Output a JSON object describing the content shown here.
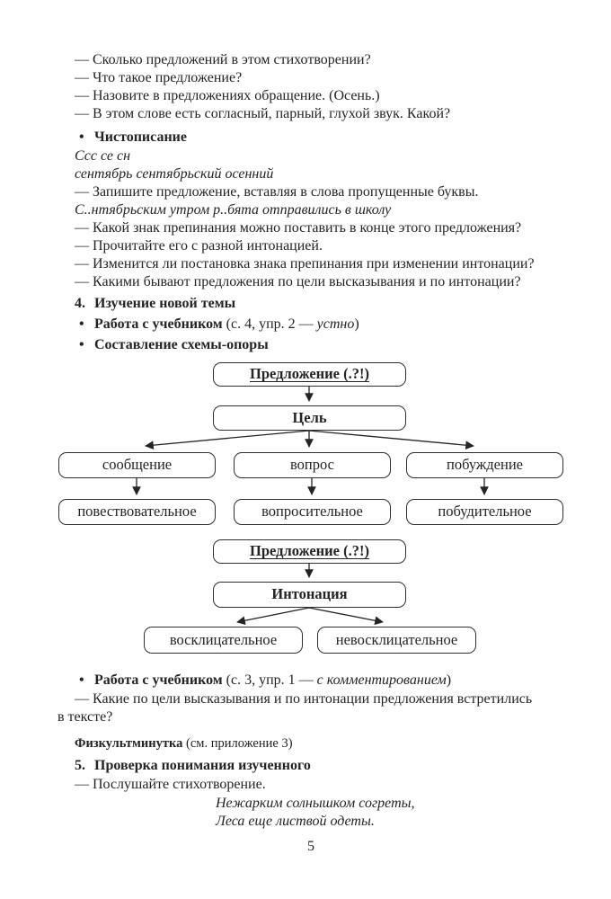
{
  "top_questions": [
    "— Сколько предложений в этом стихотворении?",
    "— Что такое предложение?",
    "— Назовите в предложениях обращение. (Осень.)",
    "— В этом слове есть согласный, парный, глухой звук. Какой?"
  ],
  "penmanship": {
    "bullet": "•",
    "title": "Чистописание",
    "practice_line1": "Ссс се сн",
    "practice_line2": "сентябрь сентябрьский осенний",
    "instruction": "— Запишите предложение, вставляя в слова пропущенные буквы.",
    "dictation_sentence": "С..нтябрьским утром р..бята отправились в школу",
    "questions": [
      "— Какой знак препинания можно поставить в конце этого предложения?",
      "— Прочитайте его с разной интонацией.",
      "— Изменится ли постановка знака препинания при изменении интонации?",
      "— Какими бывают предложения по цели высказывания и по интонации?"
    ]
  },
  "section_new_topic": {
    "number": "4.",
    "title": "Изучение новой темы"
  },
  "textbook_work_1": {
    "bullet": "•",
    "bold": "Работа с учебником",
    "normal_prefix": " (с. 4, упр. 2 — ",
    "italic": "устно",
    "suffix": ")"
  },
  "scheme_heading": {
    "bullet": "•",
    "title": "Составление схемы-опоры"
  },
  "diagram_goal": {
    "root": "Предложение (.?!)",
    "category": "Цель",
    "branches": [
      {
        "purpose": "сообщение",
        "type": "повествовательное"
      },
      {
        "purpose": "вопрос",
        "type": "вопросительное"
      },
      {
        "purpose": "побуждение",
        "type": "побудительное"
      }
    ]
  },
  "diagram_intonation": {
    "root": "Предложение (.?!)",
    "category": "Интонация",
    "branches": [
      {
        "type": "восклицательное"
      },
      {
        "type": "невосклицательное"
      }
    ]
  },
  "textbook_work_2": {
    "bullet": "•",
    "bold": "Работа с учебником",
    "normal_prefix": " (с. 3, упр. 1 — ",
    "italic": "с комментированием",
    "suffix": ")"
  },
  "after_textbook_question": {
    "line1": "— Какие по цели высказывания и по интонации предложения встретились",
    "line2": "в тексте?"
  },
  "phys_minute": {
    "bold": "Физкультминутка",
    "normal": " (см. приложение 3)"
  },
  "section_check": {
    "number": "5.",
    "title": "Проверка понимания изученного"
  },
  "listen_line": "— Послушайте стихотворение.",
  "poem": [
    "Нежарким солнышком согреты,",
    "Леса еще листвой одеты."
  ],
  "page_number": "5"
}
